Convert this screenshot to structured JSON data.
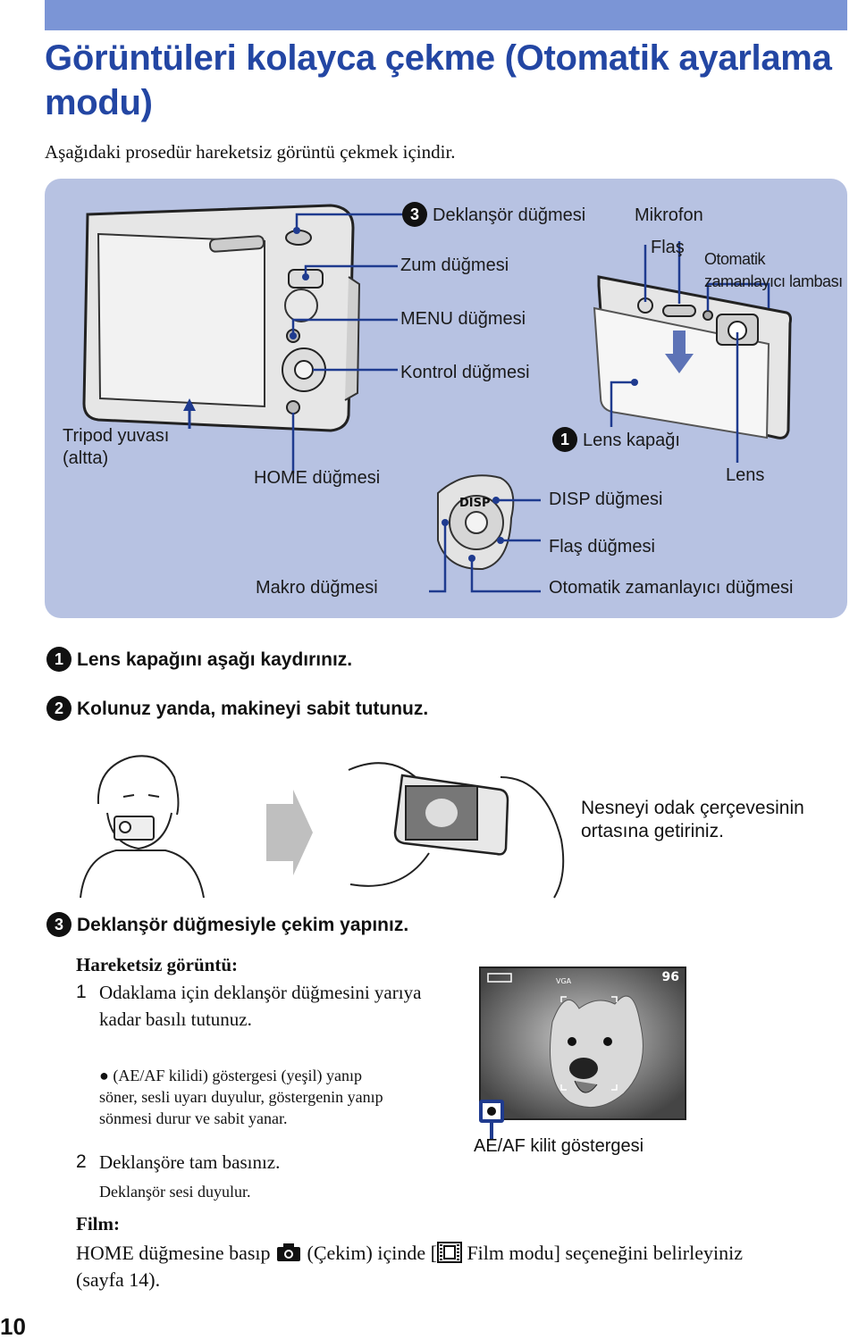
{
  "title": "Görüntüleri kolayca çekme (Otomatik ayarlama modu)",
  "intro": "Aşağıdaki prosedür hareketsiz görüntü çekmek içindir.",
  "diagram": {
    "labels": {
      "shutter": "Deklanşör düğmesi",
      "zoom": "Zum düğmesi",
      "menu": "MENU düğmesi",
      "control": "Kontrol düğmesi",
      "tripod_1": "Tripod yuvası",
      "tripod_2": "(altta)",
      "home": "HOME düğmesi",
      "microphone": "Mikrofon",
      "flash": "Flaş",
      "self_timer_lamp_1": "Otomatik",
      "self_timer_lamp_2": "zamanlayıcı lambası",
      "lens_cover": "Lens kapağı",
      "lens": "Lens",
      "disp": "DISP düğmesi",
      "flash_button": "Flaş düğmesi",
      "macro": "Makro düğmesi",
      "self_timer_button": "Otomatik zamanlayıcı düğmesi"
    },
    "step_numbers": {
      "shutter": "3",
      "lens_cover": "1"
    },
    "dial_text": "DISP"
  },
  "steps": [
    {
      "num": "1",
      "text": "Lens kapağını aşağı kaydırınız."
    },
    {
      "num": "2",
      "text": "Kolunuz yanda, makineyi sabit tutunuz."
    },
    {
      "num": "3",
      "text": "Deklanşör düğmesiyle çekim yapınız."
    }
  ],
  "focus_note": "Nesneyi odak çerçevesinin ortasına getiriniz.",
  "still": {
    "heading": "Hareketsiz görüntü:",
    "items": [
      {
        "num": "1",
        "text": "Odaklama için deklanşör düğmesini yarıya kadar basılı tutunuz."
      },
      {
        "num": "2",
        "text": "Deklanşöre tam basınız."
      }
    ],
    "detail_1": "● (AE/AF kilidi) göstergesi (yeşil) yanıp söner, sesli uyarı duyulur, göstergenin yanıp sönmesi durur ve sabit yanar.",
    "detail_2": "Deklanşör sesi duyulur."
  },
  "screen": {
    "shots_left": "96",
    "size_label": "VGA"
  },
  "ae_label": "AE/AF kilit göstergesi",
  "film": {
    "heading": "Film:",
    "text_a": "HOME düğmesine basıp",
    "text_b": "(Çekim) içinde [",
    "text_c": "Film modu] seçeneğini belirleyiniz",
    "text_d": "(sayfa 14)."
  },
  "page_number": "10",
  "colors": {
    "title": "#2346a3",
    "bar": "#7b95d6",
    "panel": "#b7c2e2",
    "leader": "#1f3b8f"
  },
  "icons": [
    "camera-icon",
    "film-icon",
    "arrow-right-icon",
    "arrow-down-icon"
  ]
}
